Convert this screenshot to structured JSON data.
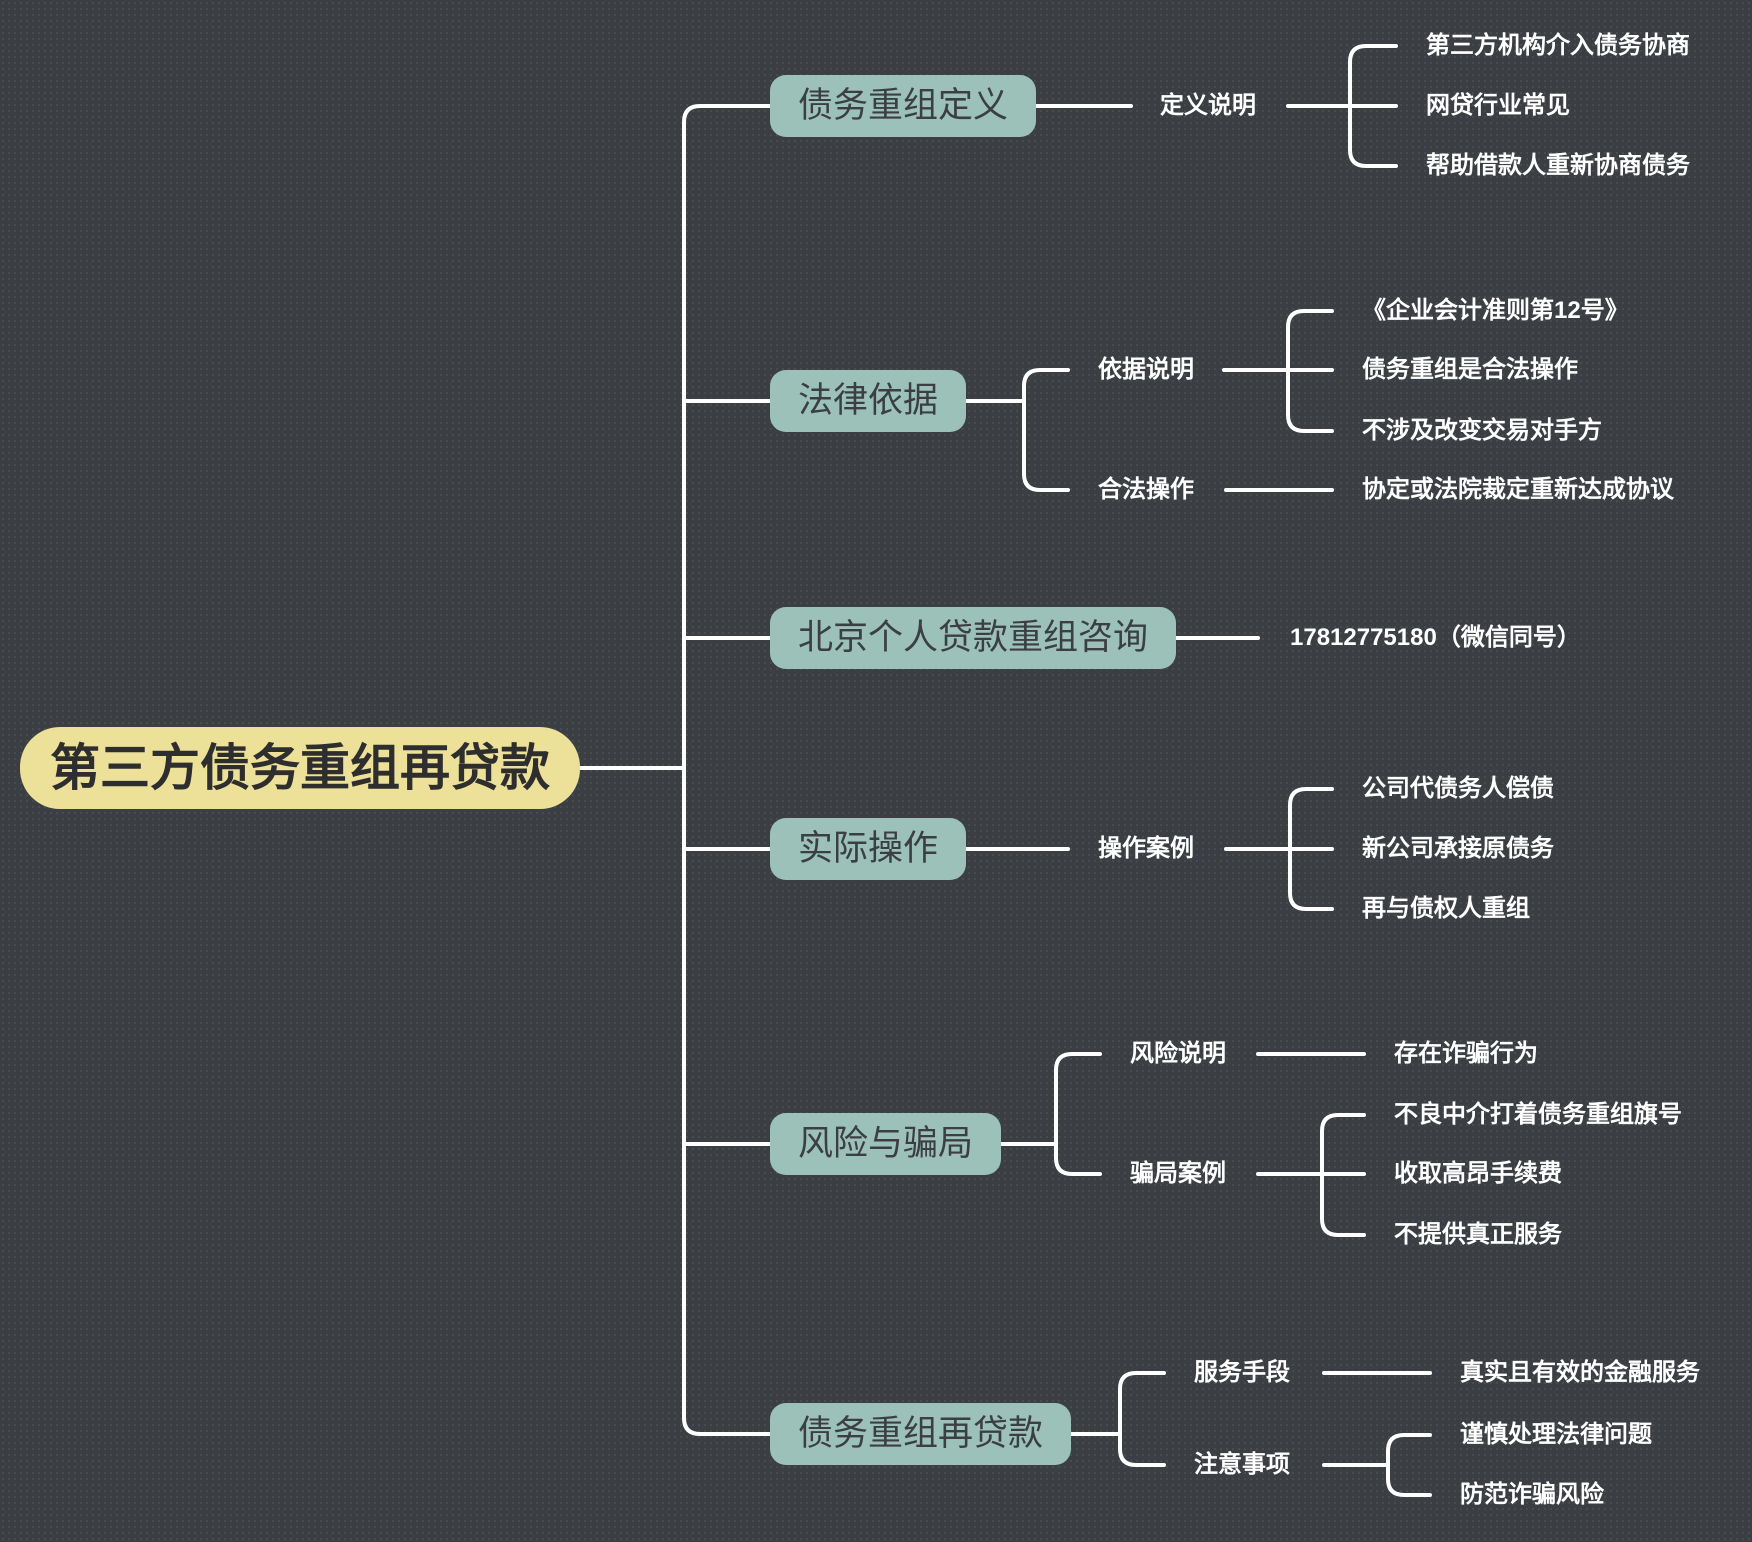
{
  "root": "第三方债务重组再贷款",
  "branches": [
    {
      "label": "债务重组定义",
      "children": [
        {
          "label": "定义说明",
          "children": [
            "第三方机构介入债务协商",
            "网贷行业常见",
            "帮助借款人重新协商债务"
          ]
        }
      ]
    },
    {
      "label": "法律依据",
      "children": [
        {
          "label": "依据说明",
          "children": [
            "《企业会计准则第12号》",
            "债务重组是合法操作",
            "不涉及改变交易对手方"
          ]
        },
        {
          "label": "合法操作",
          "children": [
            "协定或法院裁定重新达成协议"
          ]
        }
      ]
    },
    {
      "label": "北京个人贷款重组咨询",
      "children": [
        {
          "label": "17812775180（微信同号）"
        }
      ]
    },
    {
      "label": "实际操作",
      "children": [
        {
          "label": "操作案例",
          "children": [
            "公司代债务人偿债",
            "新公司承接原债务",
            "再与债权人重组"
          ]
        }
      ]
    },
    {
      "label": "风险与骗局",
      "children": [
        {
          "label": "风险说明",
          "children": [
            "存在诈骗行为"
          ]
        },
        {
          "label": "骗局案例",
          "children": [
            "不良中介打着债务重组旗号",
            "收取高昂手续费",
            "不提供真正服务"
          ]
        }
      ]
    },
    {
      "label": "债务重组再贷款",
      "children": [
        {
          "label": "服务手段",
          "children": [
            "真实且有效的金融服务"
          ]
        },
        {
          "label": "注意事项",
          "children": [
            "谨慎处理法律问题",
            "防范诈骗风险"
          ]
        }
      ]
    }
  ],
  "colors": {
    "background": "#3b3f43",
    "root": "#ede199",
    "branch": "#9cc1b9",
    "line": "#ffffff",
    "leaf_text": "#ffffff"
  }
}
